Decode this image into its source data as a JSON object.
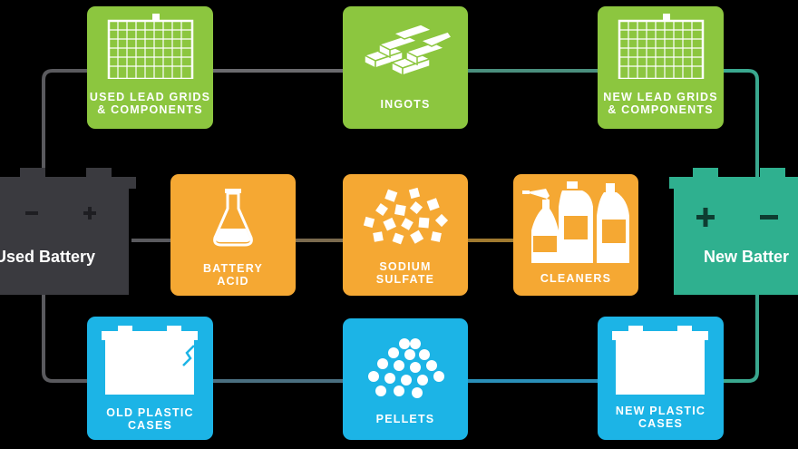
{
  "colors": {
    "background": "#000000",
    "green": "#8cc63f",
    "orange": "#f5a833",
    "blue": "#1cb4e6",
    "old_battery": "#3a3a3f",
    "new_battery": "#2fb08f",
    "line_gray": "#5a5a5e",
    "line_teal": "#3aa88f"
  },
  "batteries": {
    "used": {
      "label": "Used Battery",
      "icon": "battery-icon"
    },
    "new": {
      "label": "New Batter",
      "icon": "battery-icon"
    }
  },
  "top_row": [
    {
      "line1": "USED LEAD GRIDS",
      "line2": "& COMPONENTS",
      "icon": "lead-grid-icon"
    },
    {
      "line1": "INGOTS",
      "line2": "",
      "icon": "ingots-icon"
    },
    {
      "line1": "NEW LEAD GRIDS",
      "line2": "& COMPONENTS",
      "icon": "lead-grid-icon"
    }
  ],
  "middle_row": [
    {
      "line1": "BATTERY",
      "line2": "ACID",
      "icon": "flask-icon"
    },
    {
      "line1": "SODIUM",
      "line2": "SULFATE",
      "icon": "crystals-icon"
    },
    {
      "line1": "CLEANERS",
      "line2": "",
      "icon": "cleaner-bottles-icon"
    }
  ],
  "bottom_row": [
    {
      "line1": "OLD PLASTIC",
      "line2": "CASES",
      "icon": "cracked-case-icon"
    },
    {
      "line1": "PELLETS",
      "line2": "",
      "icon": "pellets-icon"
    },
    {
      "line1": "NEW PLASTIC",
      "line2": "CASES",
      "icon": "plastic-case-icon"
    }
  ]
}
